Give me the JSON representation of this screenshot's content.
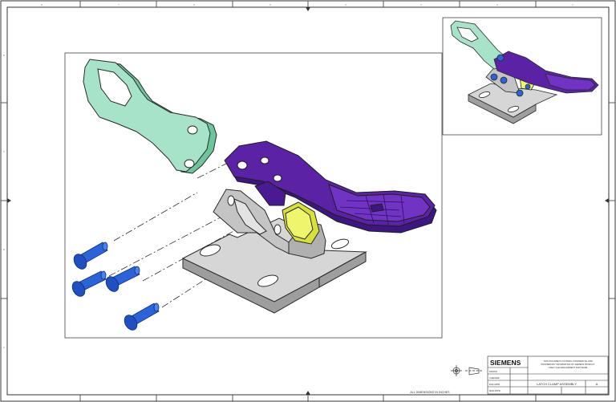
{
  "title_block": {
    "brand": "SIEMENS",
    "notice": [
      "THIS DOCUMENT CONTAINS CONFIDENTIAL AND",
      "PROPRIETARY INFORMATION OF SIEMENS PRODUCT",
      "LIFECYCLE MANAGEMENT SOFTWARE"
    ],
    "drawing_title": "LATCH CLAMP ASSEMBLY",
    "footer_note": "ALL DIMENSIONS IN INCHES",
    "row_labels": [
      "DRAWN",
      "CHECKED",
      "ENG APPR",
      "MGR APPR"
    ],
    "size_label": "A"
  },
  "border": {
    "col_labels": [
      "8",
      "7",
      "6",
      "5",
      "4",
      "3",
      "2",
      "1"
    ],
    "row_labels": [
      "D",
      "C",
      "B",
      "A"
    ]
  },
  "colors": {
    "bracket": "#d3d3d3",
    "strap": "#a6e3c8",
    "handle": "#5b22a6",
    "pivot": "#e8ef56",
    "rivet": "#2b63d9",
    "edge": "#2a2a2a"
  },
  "icons": [
    "projection-symbol-icon",
    "first-angle-icon"
  ]
}
